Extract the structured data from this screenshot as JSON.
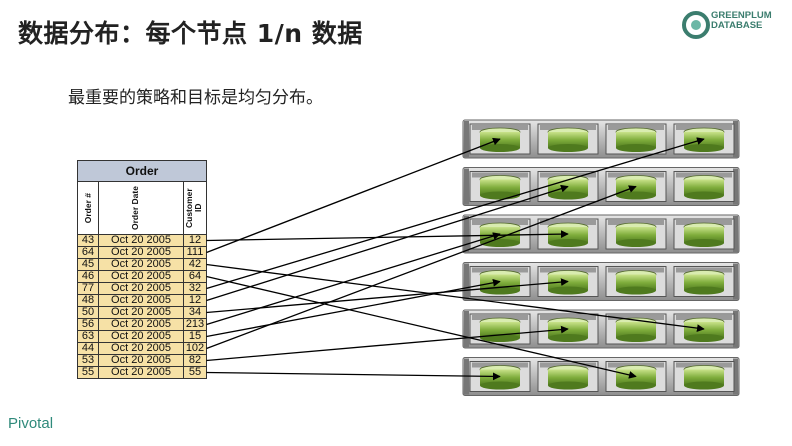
{
  "slide": {
    "title": "数据分布：每个节点 1/n 数据",
    "subtitle": "最重要的策略和目标是均匀分布。",
    "brand_line1": "GREENPLUM",
    "brand_line2": "DATABASE",
    "footer_brand": "Pivotal"
  },
  "table": {
    "caption": "Order",
    "headers": [
      "Order #",
      "Order Date",
      "Customer ID"
    ],
    "rows": [
      [
        "43",
        "Oct 20 2005",
        "12"
      ],
      [
        "64",
        "Oct 20 2005",
        "111"
      ],
      [
        "45",
        "Oct 20 2005",
        "42"
      ],
      [
        "46",
        "Oct 20 2005",
        "64"
      ],
      [
        "77",
        "Oct 20 2005",
        "32"
      ],
      [
        "48",
        "Oct 20 2005",
        "12"
      ],
      [
        "50",
        "Oct 20 2005",
        "34"
      ],
      [
        "56",
        "Oct 20 2005",
        "213"
      ],
      [
        "63",
        "Oct 20 2005",
        "15"
      ],
      [
        "44",
        "Oct 20 2005",
        "102"
      ],
      [
        "53",
        "Oct 20 2005",
        "82"
      ],
      [
        "55",
        "Oct 20 2005",
        "55"
      ]
    ]
  },
  "colors": {
    "title": "#222222",
    "brand": "#3b7d6e",
    "table_caption_bg": "#bfc8d8",
    "table_cell_bg": "#f6e1a6",
    "disk_green": "#8db84a",
    "chassis": "#c8c8c8"
  },
  "servers": {
    "rows": 6,
    "disks_per_row": 4
  },
  "mapping": [
    {
      "row": 0,
      "server": 2,
      "disk": 1
    },
    {
      "row": 1,
      "server": 0,
      "disk": 0
    },
    {
      "row": 2,
      "server": 4,
      "disk": 3
    },
    {
      "row": 3,
      "server": 5,
      "disk": 2
    },
    {
      "row": 4,
      "server": 0,
      "disk": 3
    },
    {
      "row": 5,
      "server": 1,
      "disk": 1
    },
    {
      "row": 6,
      "server": 3,
      "disk": 1
    },
    {
      "row": 7,
      "server": 2,
      "disk": 0
    },
    {
      "row": 8,
      "server": 3,
      "disk": 0
    },
    {
      "row": 9,
      "server": 1,
      "disk": 2
    },
    {
      "row": 10,
      "server": 4,
      "disk": 1
    },
    {
      "row": 11,
      "server": 5,
      "disk": 0
    }
  ]
}
